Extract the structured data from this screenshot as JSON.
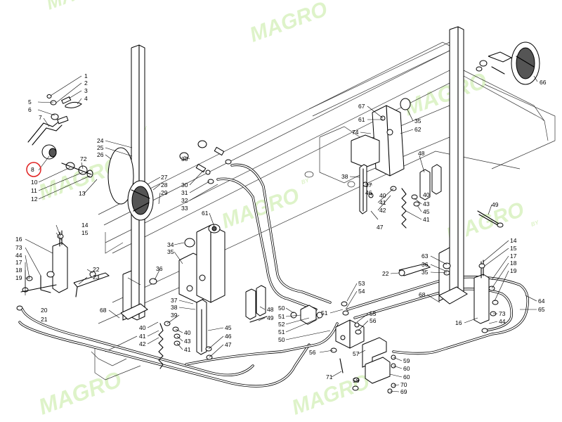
{
  "watermark": {
    "text": "MAGRO",
    "suffix": "BY",
    "color": "#b7e58a"
  },
  "highlight": {
    "label": "8",
    "color": "#e02020"
  },
  "callouts": {
    "c1": "1",
    "c2": "2",
    "c3": "3",
    "c4": "4",
    "c5": "5",
    "c6": "6",
    "c7": "7",
    "c10": "10",
    "c11": "11",
    "c12": "12",
    "c13": "13",
    "c72": "72",
    "c24": "24",
    "c25": "25",
    "c26": "26",
    "c27": "27",
    "c28": "28",
    "c29": "29",
    "c30": "30",
    "c31": "31",
    "c32": "32",
    "c33": "33",
    "c61a": "61",
    "c34": "34",
    "c35a": "35",
    "c36a": "36",
    "c37a": "37",
    "c38a": "38",
    "c39": "39",
    "c40a": "40",
    "c41a": "41",
    "c42a": "42",
    "c43": "43",
    "c41b": "41",
    "c45": "45",
    "c46a": "46",
    "c47a": "47",
    "c14a": "14",
    "c15a": "15",
    "c16a": "16",
    "c73a": "73",
    "c44a": "44",
    "c17a": "17",
    "c18a": "18",
    "c19a": "19",
    "c20": "20",
    "c21": "21",
    "c22a": "22",
    "c23": "23",
    "c68a": "68",
    "c48a": "48",
    "c49a": "49",
    "c50a": "50",
    "c51a": "51",
    "c52": "52",
    "c51b": "51",
    "c50b": "50",
    "c53": "53",
    "c54": "54",
    "c51c": "51",
    "c55": "55",
    "c56a": "56",
    "c56b": "56",
    "c57": "57",
    "c71": "71",
    "c58": "58",
    "c59": "59",
    "c60a": "60",
    "c60b": "60",
    "c70": "70",
    "c69": "69",
    "c67": "67",
    "c61b": "61",
    "c74": "74",
    "c62": "62",
    "c35b": "35",
    "c38b": "38",
    "c37b": "37",
    "c46b": "46",
    "c40b": "40",
    "c41c": "41",
    "c42b": "42",
    "c47b": "47",
    "c43b": "43",
    "c45b": "45",
    "c41d": "41",
    "c48b": "48",
    "c49b": "49",
    "c63": "63",
    "c36b": "36",
    "c35c": "35",
    "c22b": "22",
    "c68b": "68",
    "c14b": "14",
    "c15b": "15",
    "c17b": "17",
    "c18b": "18",
    "c19b": "19",
    "c64": "64",
    "c65": "65",
    "c73b": "73",
    "c44b": "44",
    "c16b": "16",
    "c66": "66"
  }
}
